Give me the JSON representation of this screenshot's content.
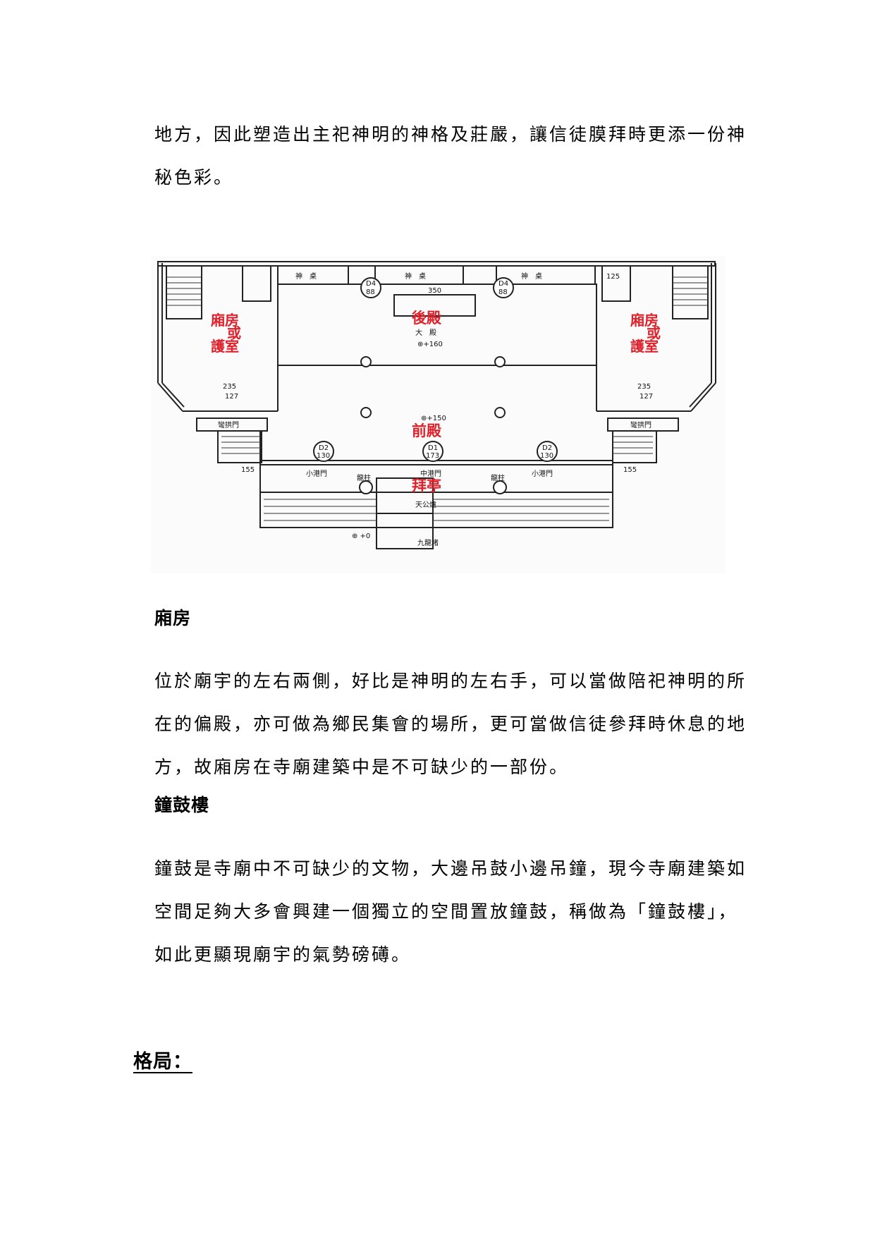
{
  "paragraphs": {
    "intro": "地方，因此塑造出主祀神明的神格及莊嚴，讓信徒膜拜時更添一份神秘色彩。",
    "xiangfang": "位於廟宇的左右兩側，好比是神明的左右手，可以當做陪祀神明的所在的偏殿，亦可做為鄉民集會的場所，更可當做信徒參拜時休息的地方，故廂房在寺廟建築中是不可缺少的一部份。",
    "zhonggulou": "鐘鼓是寺廟中不可缺少的文物，大邊吊鼓小邊吊鐘，現今寺廟建築如空間足夠大多會興建一個獨立的空間置放鐘鼓，稱做為「鐘鼓樓」，如此更顯現廟宇的氣勢磅礡。"
  },
  "headings": {
    "xiangfang": "廂房",
    "zhonggulou": "鐘鼓樓",
    "layout": "格局："
  },
  "floor_plan": {
    "labels": {
      "rear_hall": "後殿",
      "front_hall": "前殿",
      "worship_pavilion": "拜亭",
      "side_room_line1": "廂房",
      "side_room_line2": "或",
      "side_room_line3": "護室",
      "rear_hall_small": "大　殿",
      "tiangong_furnace": "天公爐",
      "nine_dragon_steps": "九龍堵",
      "small_gate": "小港門",
      "middle_gate": "中港門",
      "dragon_pillar": "龍柱",
      "arch_gate": "彎拱門",
      "shrine_table": "神　桌"
    },
    "elevations": {
      "rear": "⊕+160",
      "front": "⊕+150",
      "ground": "⊕ +0"
    },
    "dimensions": {
      "rear_width": "350",
      "room_width_outer": "235",
      "room_width_inner": "127",
      "stair_width": "155",
      "top_room": "125",
      "door_d4": "D4",
      "door_d4_size": "88",
      "door_d2": "D2",
      "door_d2_size": "130",
      "door_d1": "D1",
      "door_d1_size": "173"
    }
  }
}
